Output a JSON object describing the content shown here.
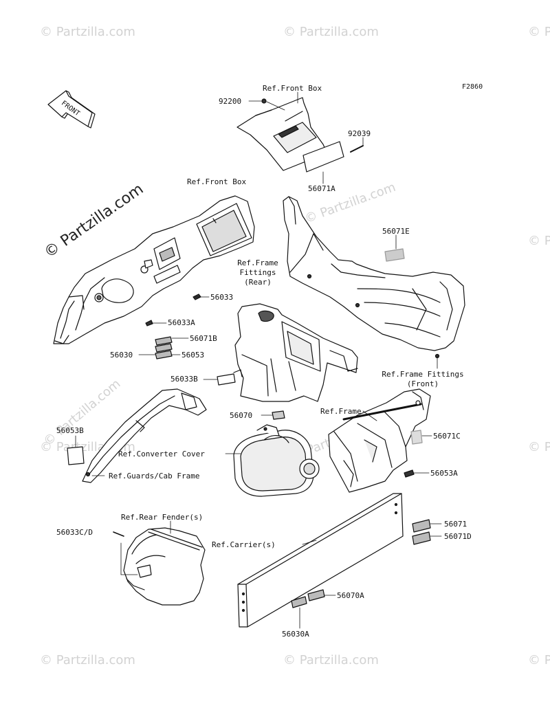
{
  "diagram_code": "F2860",
  "watermark_text": "© Partzilla.com",
  "front_arrow_text": "FRONT",
  "labels": {
    "ref_front_box_top": "Ref.Front Box",
    "p92200": "92200",
    "p92039": "92039",
    "p56071A": "56071A",
    "ref_front_box_main": "Ref.Front Box",
    "p56071E": "56071E",
    "ref_frame_fittings_rear": [
      "Ref.Frame",
      "Fittings",
      "(Rear)"
    ],
    "p56033": "56033",
    "p56033A": "56033A",
    "p56071B": "56071B",
    "p56030": "56030",
    "p56053": "56053",
    "ref_frame_fittings_front": [
      "Ref.Frame Fittings",
      "(Front)"
    ],
    "p56033B": "56033B",
    "ref_frame": "Ref.Frame",
    "p56070": "56070",
    "p56053B": "56053B",
    "p56071C": "56071C",
    "ref_converter_cover": "Ref.Converter Cover",
    "p56053A": "56053A",
    "ref_guards_cab_frame": "Ref.Guards/Cab Frame",
    "ref_rear_fender": "Ref.Rear Fender(s)",
    "p56033CD": "56033C/D",
    "p56071": "56071",
    "ref_carrier": "Ref.Carrier(s)",
    "p56071D": "56071D",
    "p56070A": "56070A",
    "p56030A": "56030A"
  }
}
